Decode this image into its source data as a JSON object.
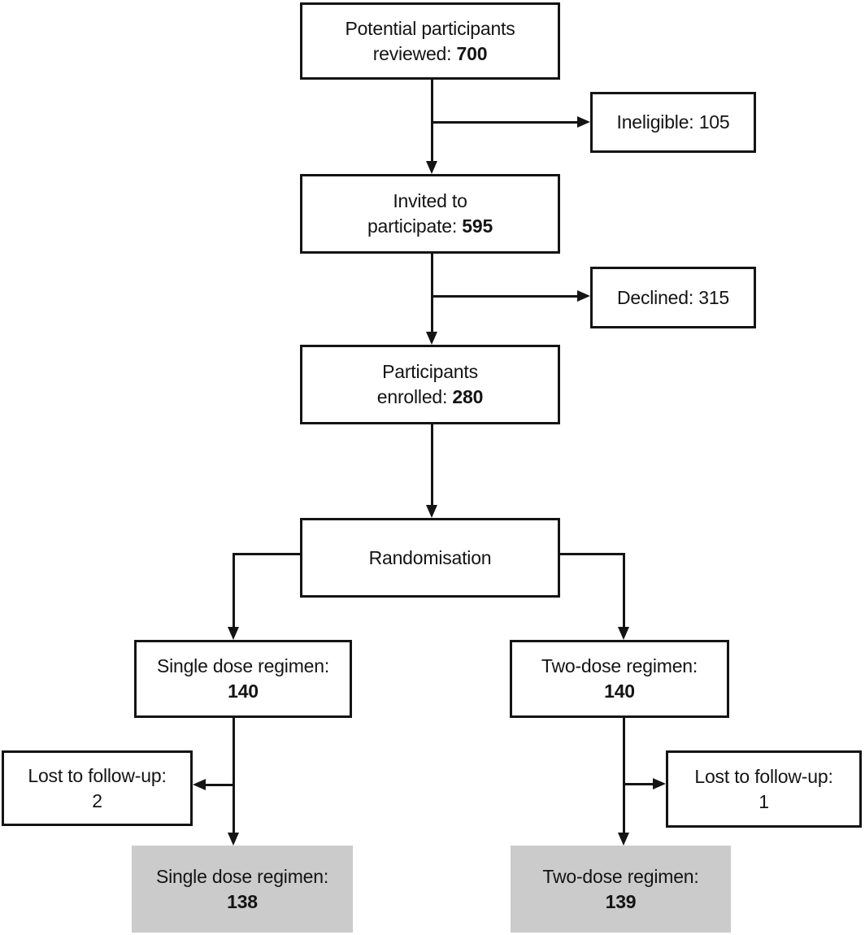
{
  "colors": {
    "line": "#141414",
    "box_border": "#141414",
    "box_fill": "#ffffff",
    "result_box_fill": "#cbcbcb",
    "text": "#141414"
  },
  "boxes": {
    "reviewed": {
      "line1": "Potential participants",
      "line2": "reviewed:",
      "value": "700"
    },
    "ineligible": {
      "label": "Ineligible:",
      "value": "105"
    },
    "invited": {
      "line1": "Invited to",
      "line2": "participate:",
      "value": "595"
    },
    "declined": {
      "label": "Declined:",
      "value": "315"
    },
    "enrolled": {
      "line1": "Participants",
      "line2": "enrolled:",
      "value": "280"
    },
    "randomisation": {
      "label": "Randomisation"
    },
    "single_dose_allocated": {
      "line1": "Single dose regimen:",
      "value": "140"
    },
    "two_dose_allocated": {
      "line1": "Two-dose regimen:",
      "value": "140"
    },
    "lost_single": {
      "line1": "Lost to follow-up:",
      "value": "2"
    },
    "lost_two": {
      "line1": "Lost to follow-up:",
      "value": "1"
    },
    "single_dose_completed": {
      "line1": "Single dose regimen:",
      "value": "138"
    },
    "two_dose_completed": {
      "line1": "Two-dose regimen:",
      "value": "139"
    }
  }
}
